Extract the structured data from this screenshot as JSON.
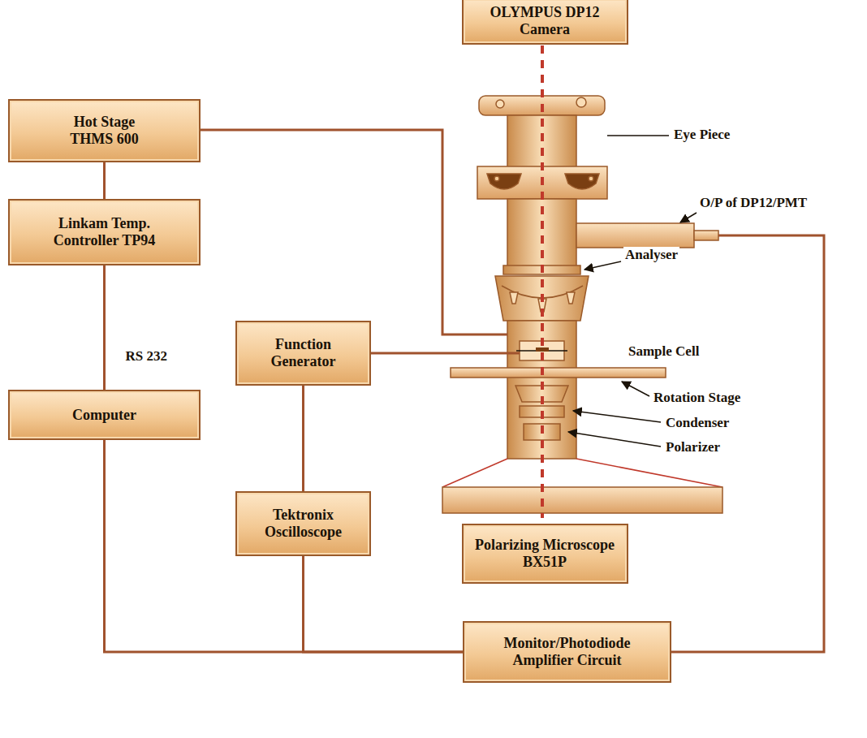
{
  "diagram": {
    "nodes": [
      {
        "text": [
          "OLYMPUS DP12 Camera"
        ]
      },
      {
        "text": [
          "Hot Stage THMS 600"
        ]
      },
      {
        "text": [
          "Linkam Temp. Controller TP94"
        ]
      },
      {
        "text": [
          "Function Generator"
        ]
      },
      {
        "text": [
          "Computer"
        ]
      },
      {
        "text": [
          "Tektronix Oscilloscope"
        ]
      },
      {
        "text": [
          "Polarizing Microscope BX51P"
        ]
      },
      {
        "text": [
          "Monitor/Photodiode Amplifier Circuit"
        ]
      }
    ],
    "edges": [
      {
        "from": 1,
        "to": 2,
        "arrow": "none"
      },
      {
        "from": 2,
        "to": 4,
        "arrow": "none",
        "label": "RS 232"
      },
      {
        "from": 3,
        "to": 5,
        "arrow": "none"
      },
      {
        "from": 4,
        "to": 7,
        "arrow": "none"
      },
      {
        "from": 5,
        "to": 7,
        "arrow": "none"
      }
    ],
    "labels": [
      "Eye Piece",
      "O/P of DP12/PMT",
      "Analyser",
      "Sample Cell",
      "Rotation Stage",
      "Condenser",
      "Polarizer"
    ]
  }
}
